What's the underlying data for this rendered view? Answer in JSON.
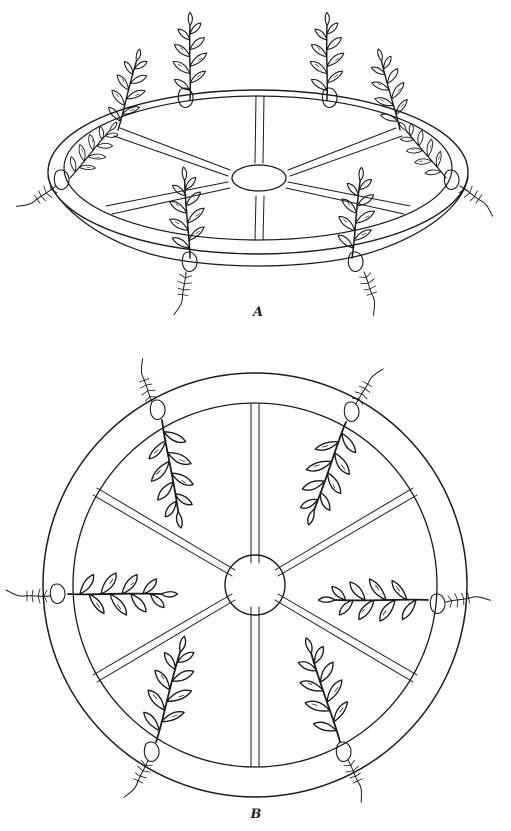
{
  "figure": {
    "panels": [
      {
        "id": "A",
        "label": "A",
        "view": "perspective"
      },
      {
        "id": "B",
        "label": "B",
        "view": "top-down"
      }
    ],
    "wheel": {
      "spokes": 6,
      "plants_per_wheel": 6
    },
    "colors": {
      "ink": "#1a1a1a",
      "paper": "#ffffff",
      "leaf_fill": "#ffffff"
    },
    "icons": [
      "plant-cutting-icon",
      "root-icon",
      "wheel-hub",
      "wheel-rim"
    ]
  }
}
